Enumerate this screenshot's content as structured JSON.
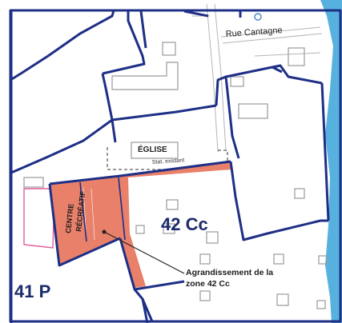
{
  "map": {
    "street_name": "Rue Cantagne",
    "church_label": "ÉGLISE",
    "church_sublabel": "Stat. existant",
    "rec_center_line1": "CENTRE",
    "rec_center_line2": "RÉCRÉATIF",
    "zone_42cc": "42 Cc",
    "zone_41p": "41 P",
    "annotation_line1": "Agrandissement de la",
    "annotation_line2": "zone 42 Cc"
  },
  "colors": {
    "zone_border": "#1e2f86",
    "expansion_fill": "#e8806a",
    "water": "#57b1de",
    "pink_lot": "#e05a9b",
    "building_outline": "#9a9a9a",
    "label_text": "#1b2a6b"
  }
}
